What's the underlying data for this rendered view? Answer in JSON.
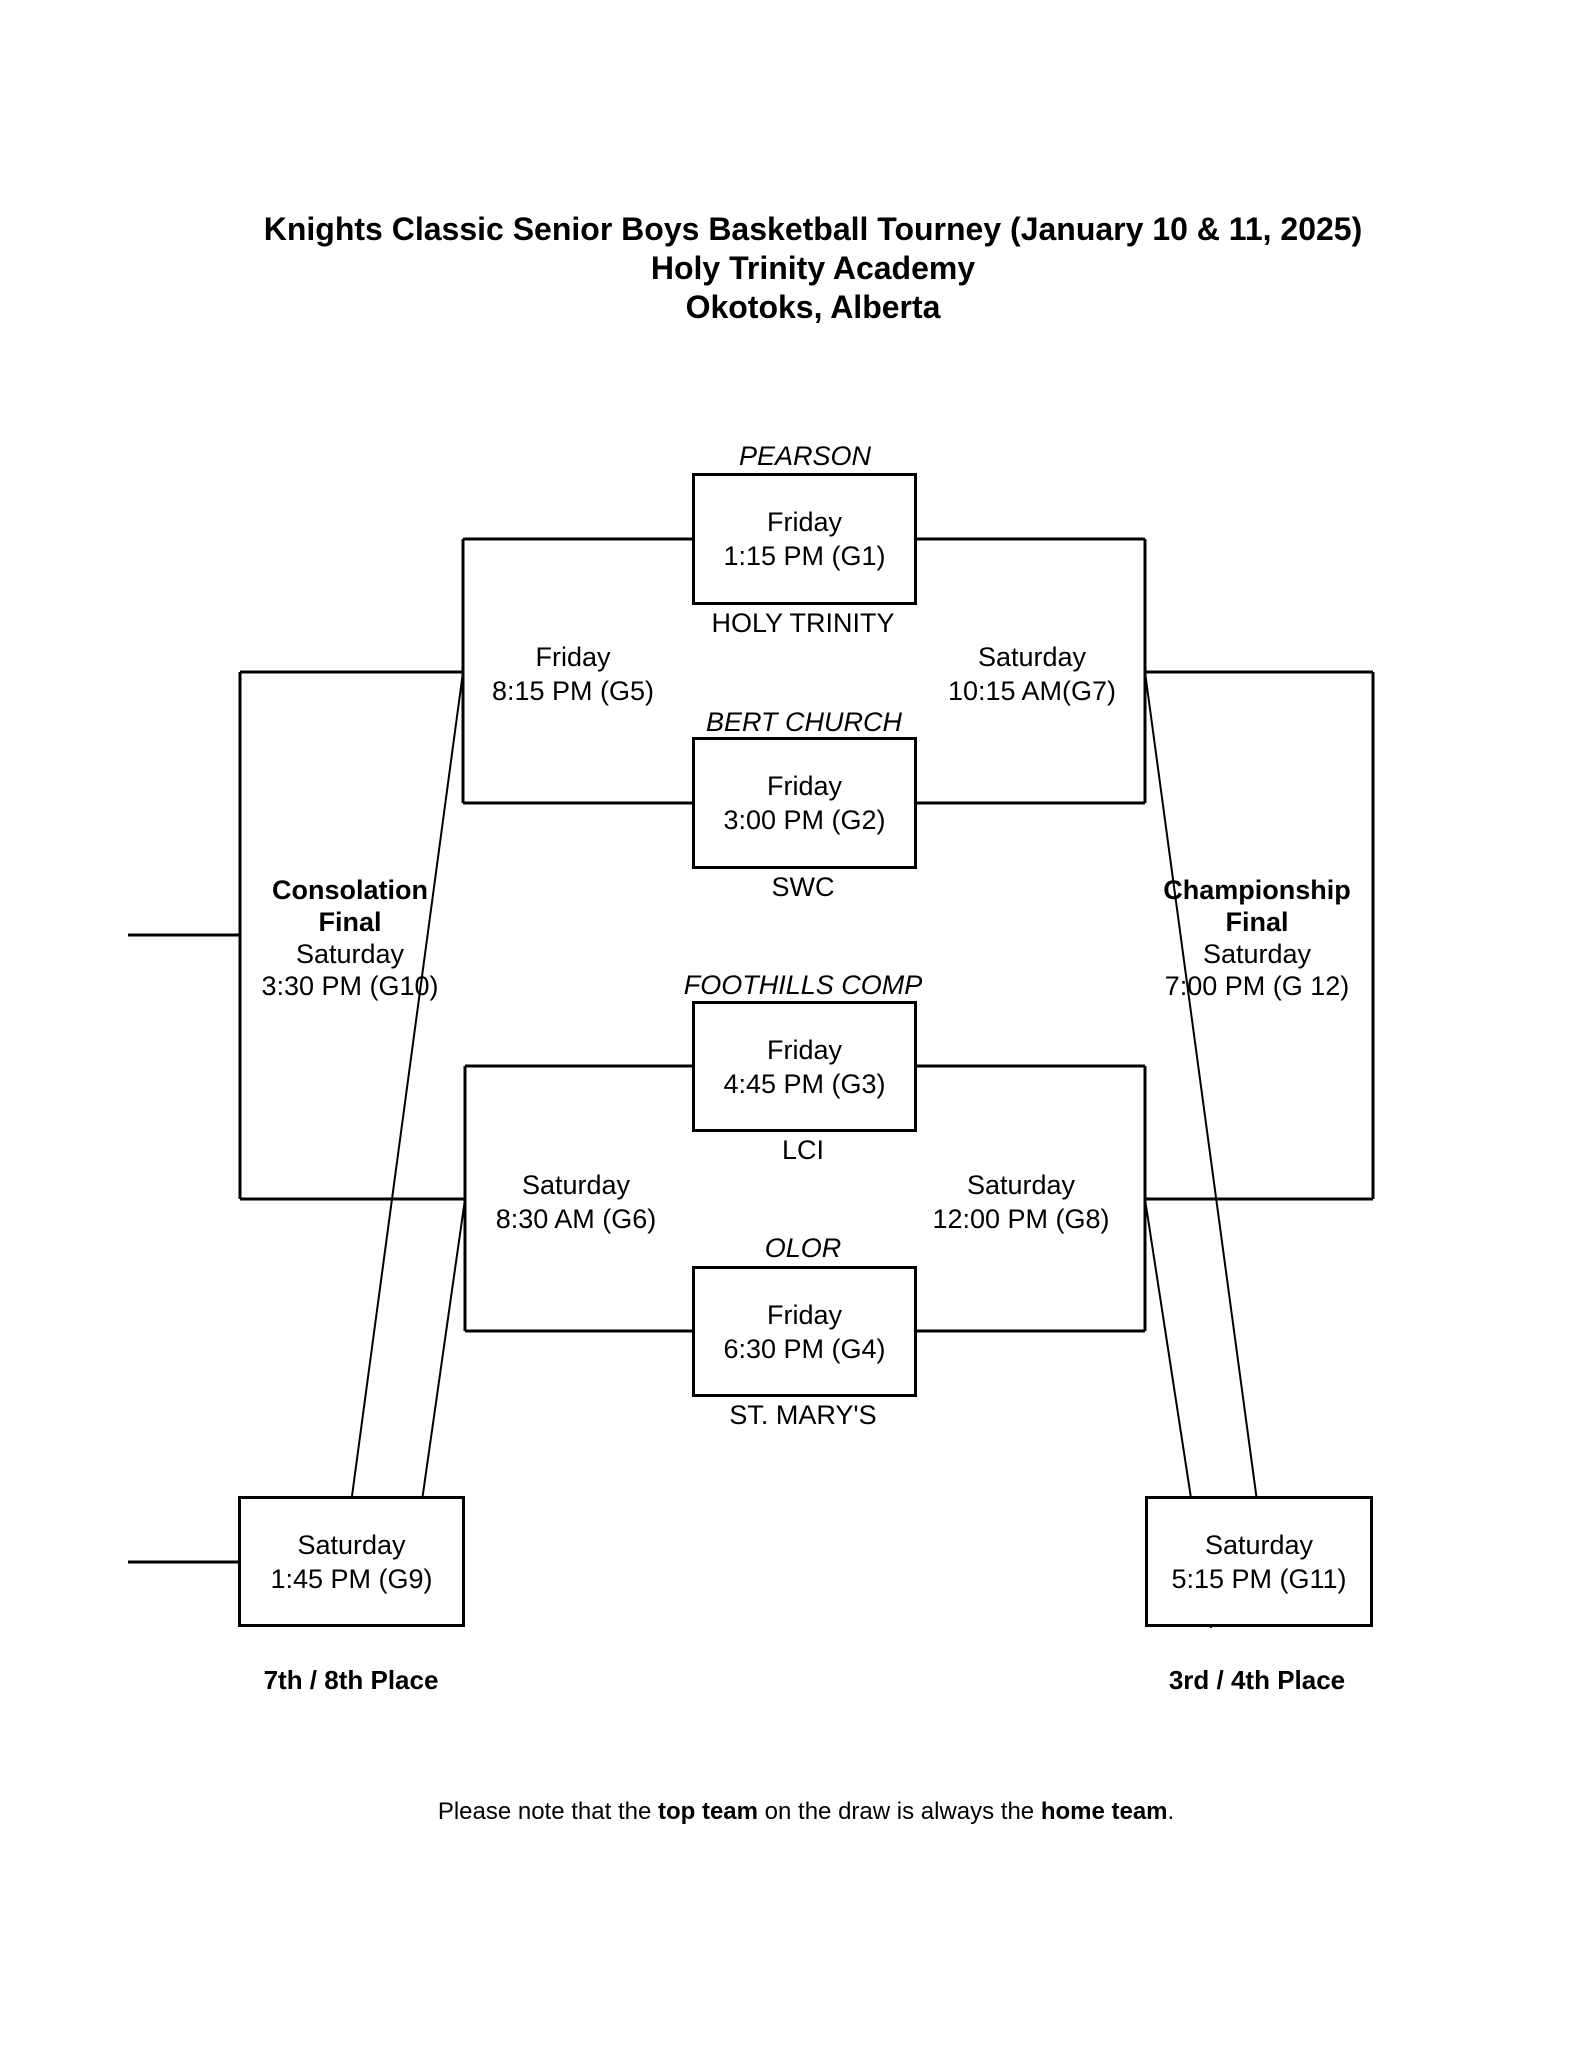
{
  "title": {
    "line1": "Knights Classic Senior Boys Basketball Tourney (January 10 & 11, 2025)",
    "line2": "Holy Trinity Academy",
    "line3": "Okotoks, Alberta"
  },
  "games": {
    "g1": {
      "top_team": "PEARSON",
      "bottom_team": "HOLY TRINITY",
      "day": "Friday",
      "time": "1:15 PM (G1)"
    },
    "g2": {
      "top_team": "BERT CHURCH",
      "bottom_team": "SWC",
      "day": "Friday",
      "time": "3:00 PM (G2)"
    },
    "g3": {
      "top_team": "FOOTHILLS COMP",
      "bottom_team": "LCI",
      "day": "Friday",
      "time": "4:45 PM (G3)"
    },
    "g4": {
      "top_team": "OLOR",
      "bottom_team": "ST. MARY'S",
      "day": "Friday",
      "time": "6:30 PM (G4)"
    },
    "g5": {
      "day": "Friday",
      "time": "8:15 PM (G5)"
    },
    "g6": {
      "day": "Saturday",
      "time": "8:30 AM (G6)"
    },
    "g7": {
      "day": "Saturday",
      "time": "10:15 AM(G7)"
    },
    "g8": {
      "day": "Saturday",
      "time": "12:00 PM (G8)"
    },
    "g9": {
      "day": "Saturday",
      "time": "1:45 PM (G9)"
    },
    "g11": {
      "day": "Saturday",
      "time": "5:15 PM (G11)"
    }
  },
  "finals": {
    "consolation": {
      "heading1": "Consolation",
      "heading2": "Final",
      "day": "Saturday",
      "time": "3:30 PM (G10)"
    },
    "championship": {
      "heading1": "Championship",
      "heading2": "Final",
      "day": "Saturday",
      "time": "7:00 PM (G 12)"
    }
  },
  "placements": {
    "left": "7th / 8th Place",
    "right": "3rd / 4th Place"
  },
  "footer": {
    "part1": "Please note that the ",
    "bold1": "top team",
    "part2": " on the draw is always the ",
    "bold2": "home team",
    "part3": "."
  }
}
